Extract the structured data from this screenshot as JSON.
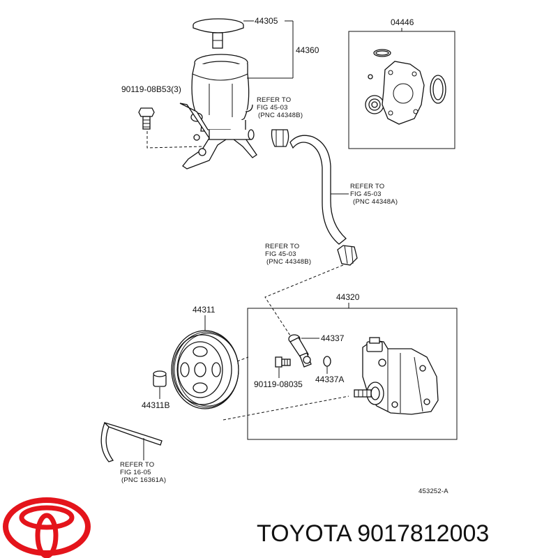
{
  "callouts": {
    "p44305": "44305",
    "p44360": "44360",
    "p04446": "04446",
    "p90119_08b53": "90119-08B53(3)",
    "p44320": "44320",
    "p44311": "44311",
    "p44337": "44337",
    "p44337a": "44337A",
    "p90119_08035": "90119-08035",
    "p44311b": "44311B"
  },
  "refer_notes": [
    {
      "line1": "REFER TO",
      "line2": "FIG 45-03",
      "line3": "(PNC 44348B)"
    },
    {
      "line1": "REFER TO",
      "line2": "FIG 45-03",
      "line3": "(PNC 44348A)"
    },
    {
      "line1": "REFER TO",
      "line2": "FIG 45-03",
      "line3": "(PNC 44348B)"
    },
    {
      "line1": "REFER TO",
      "line2": "FIG 16-05",
      "line3": "(PNC 16361A)"
    }
  ],
  "diagram_code": "453252-A",
  "brand_caption": "TOYOTA 9017812003",
  "colors": {
    "logo_red": "#e4141b",
    "ink": "#111111"
  }
}
